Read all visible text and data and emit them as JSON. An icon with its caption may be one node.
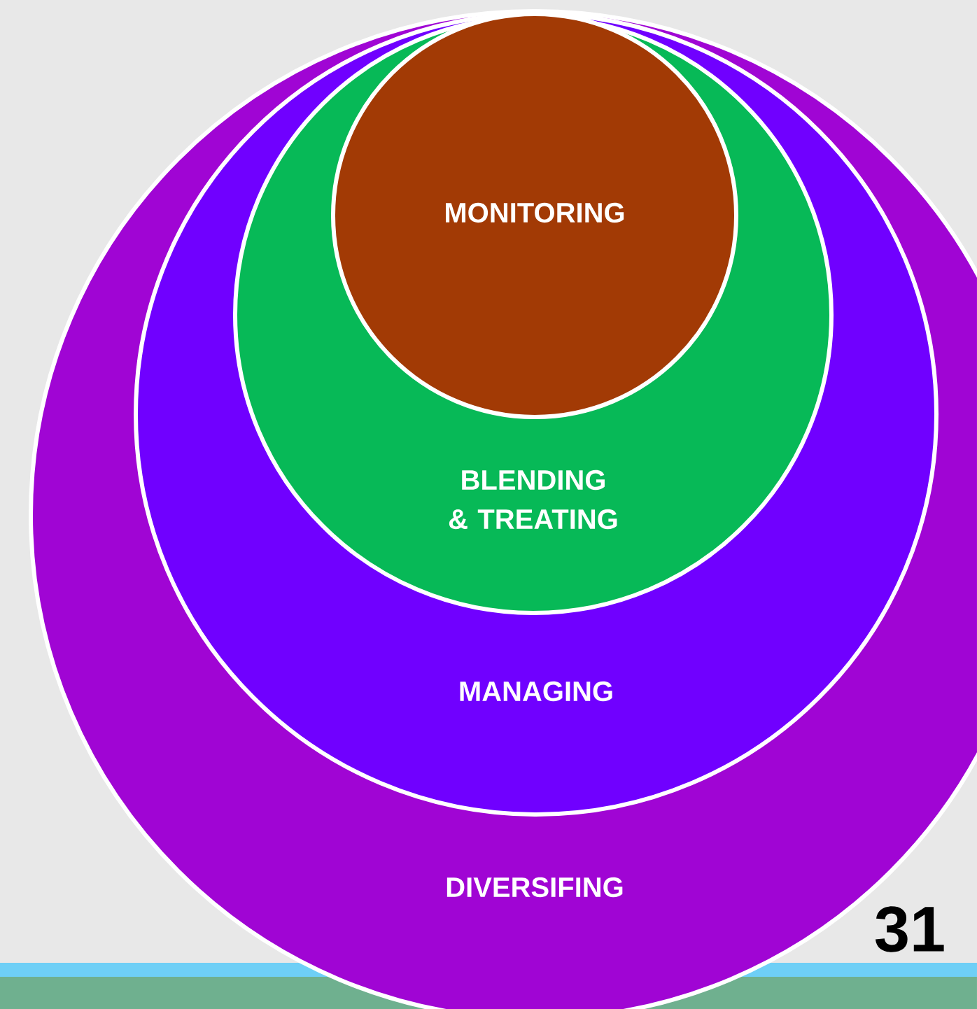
{
  "diagram": {
    "nodes": [
      {
        "text": [
          "DIVERSIFING"
        ]
      },
      {
        "text": [
          "MANAGING"
        ],
        "in": 0
      },
      {
        "text": [
          "BLENDING & TREATING"
        ],
        "in": 1
      },
      {
        "text": [
          "MONITORING"
        ],
        "in": 2
      }
    ],
    "labels": [
      "31"
    ]
  }
}
